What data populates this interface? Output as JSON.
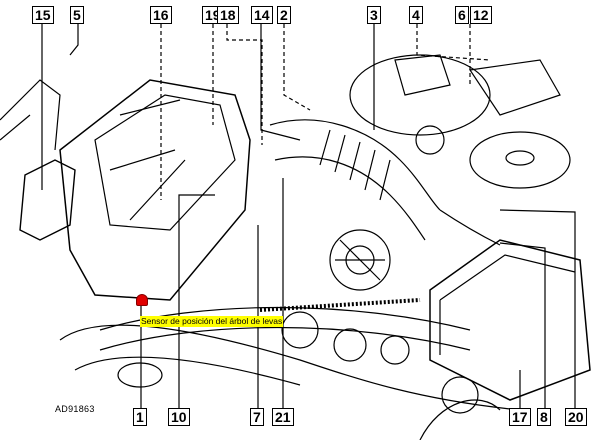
{
  "diagram": {
    "code": "AD91863",
    "tooltip": "Sensor de posición del árbol de levas",
    "highlight_color": "#ff0000",
    "tooltip_color": "#ffff00",
    "callouts_top": [
      "15",
      "5",
      "16",
      "19",
      "18",
      "14",
      "2",
      "3",
      "4",
      "6",
      "12"
    ],
    "callouts_bottom": [
      "1",
      "10",
      "7",
      "21",
      "17",
      "8",
      "20"
    ]
  }
}
